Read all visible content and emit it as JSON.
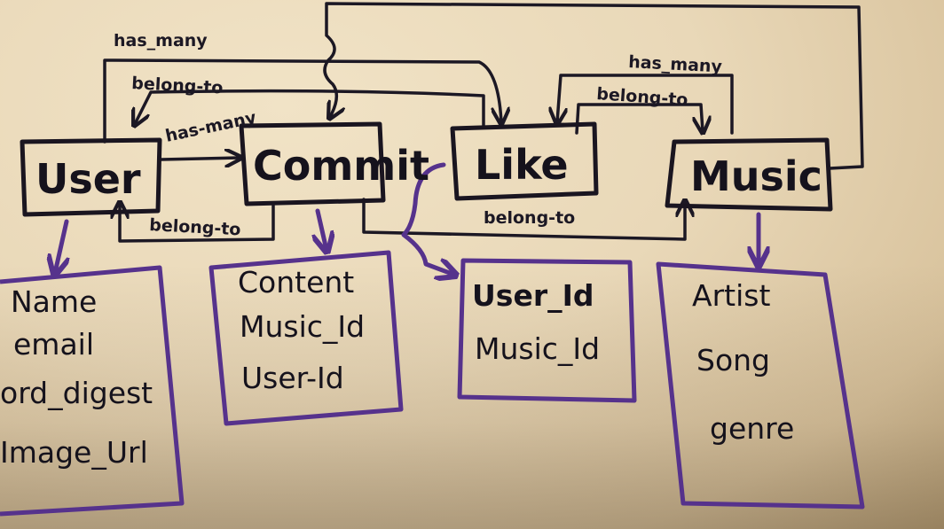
{
  "entities": {
    "user": "User",
    "commit": "Commit",
    "like": "Like",
    "music": "Music"
  },
  "relations": {
    "user_has_many_like": "has_many",
    "commit_belongs_to_user_top": "belong-to",
    "user_has_many_commit": "has-many",
    "commit_belongs_to_user": "belong-to",
    "like_belongs_to_music": "belong-to",
    "music_has_many_like": "has_many",
    "like_belongs_to_music_top": "belong-to"
  },
  "attributes": {
    "user": [
      "Name",
      "email",
      "ord_digest",
      "Image_Url"
    ],
    "commit": [
      "Content",
      "Music_Id",
      "User-Id"
    ],
    "like": [
      "User_Id",
      "Music_Id"
    ],
    "music": [
      "Artist",
      "Song",
      "genre"
    ]
  }
}
